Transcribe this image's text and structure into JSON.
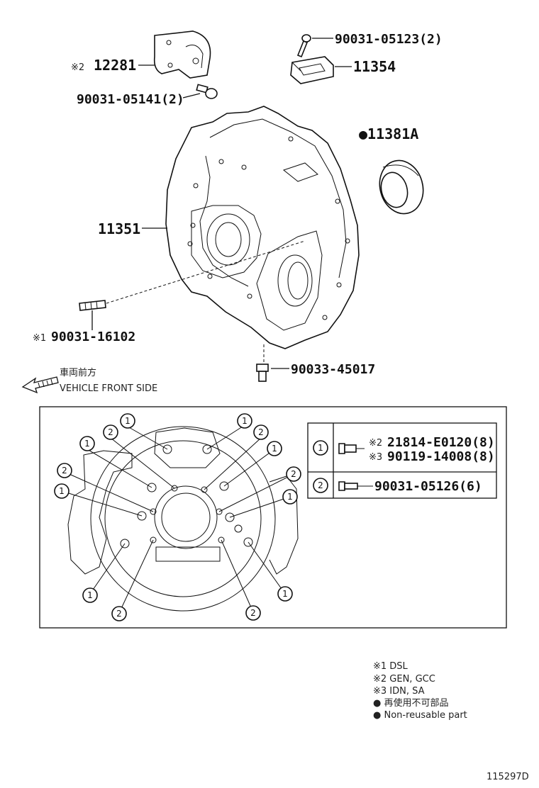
{
  "labels": {
    "p12281_mark": "※2",
    "p12281": "12281",
    "p90031_05141": "90031-05141(2)",
    "p90031_05123": "90031-05123(2)",
    "p11354": "11354",
    "p11381A": "●11381A",
    "p11351": "11351",
    "p90031_16102_mark": "※1",
    "p90031_16102": "90031-16102",
    "p90033_45017": "90033-45017",
    "front_jp": "車両前方",
    "front_en": "VEHICLE FRONT SIDE"
  },
  "detail": {
    "markers": [
      "1",
      "2"
    ],
    "row1_mark_a": "※2",
    "row1_part_a": "21814-E0120(8)",
    "row1_mark_b": "※3",
    "row1_part_b": "90119-14008(8)",
    "row2_part": "90031-05126(6)"
  },
  "notes": {
    "n1": "※1 DSL",
    "n2": "※2 GEN, GCC",
    "n3": "※3 IDN, SA",
    "n4": "● 再使用不可部品",
    "n5": "● Non-reusable part"
  },
  "figure_id": "115297D"
}
